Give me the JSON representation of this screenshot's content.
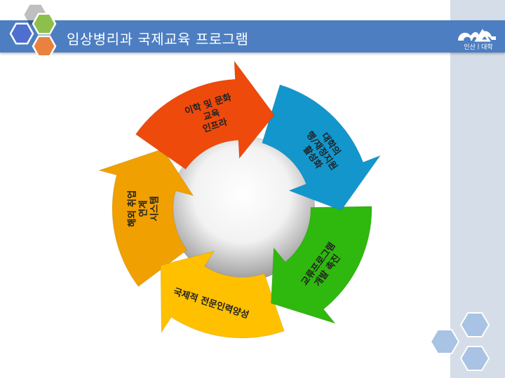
{
  "slide": {
    "title": "임상병리과 국제교육 프로그램",
    "logo_text": "인산ㅣ대학"
  },
  "cycle": {
    "segments": [
      {
        "label_lines": [
          "이학 및 문화",
          "교육",
          "인프라"
        ],
        "color": "#ee4a0c"
      },
      {
        "label_lines": [
          "대학의",
          "행/재정지원",
          "활성화"
        ],
        "color": "#1296cc"
      },
      {
        "label_lines": [
          "교류프로그램",
          "개발 촉진"
        ],
        "color": "#2fb80e"
      },
      {
        "label_lines": [
          "국제적 전문인력양성"
        ],
        "color": "#ffc000"
      },
      {
        "label_lines": [
          "해외 취업",
          "연계",
          "시스템"
        ],
        "color": "#f0a000"
      }
    ]
  },
  "colors": {
    "title_bar": "#4d7ec1",
    "right_strip": "#d5dde8",
    "hex_blue": "#4f6fd0",
    "hex_green": "#8dc04a",
    "hex_orange": "#e8823e",
    "hex_light_blue": "#a8c3e4"
  }
}
